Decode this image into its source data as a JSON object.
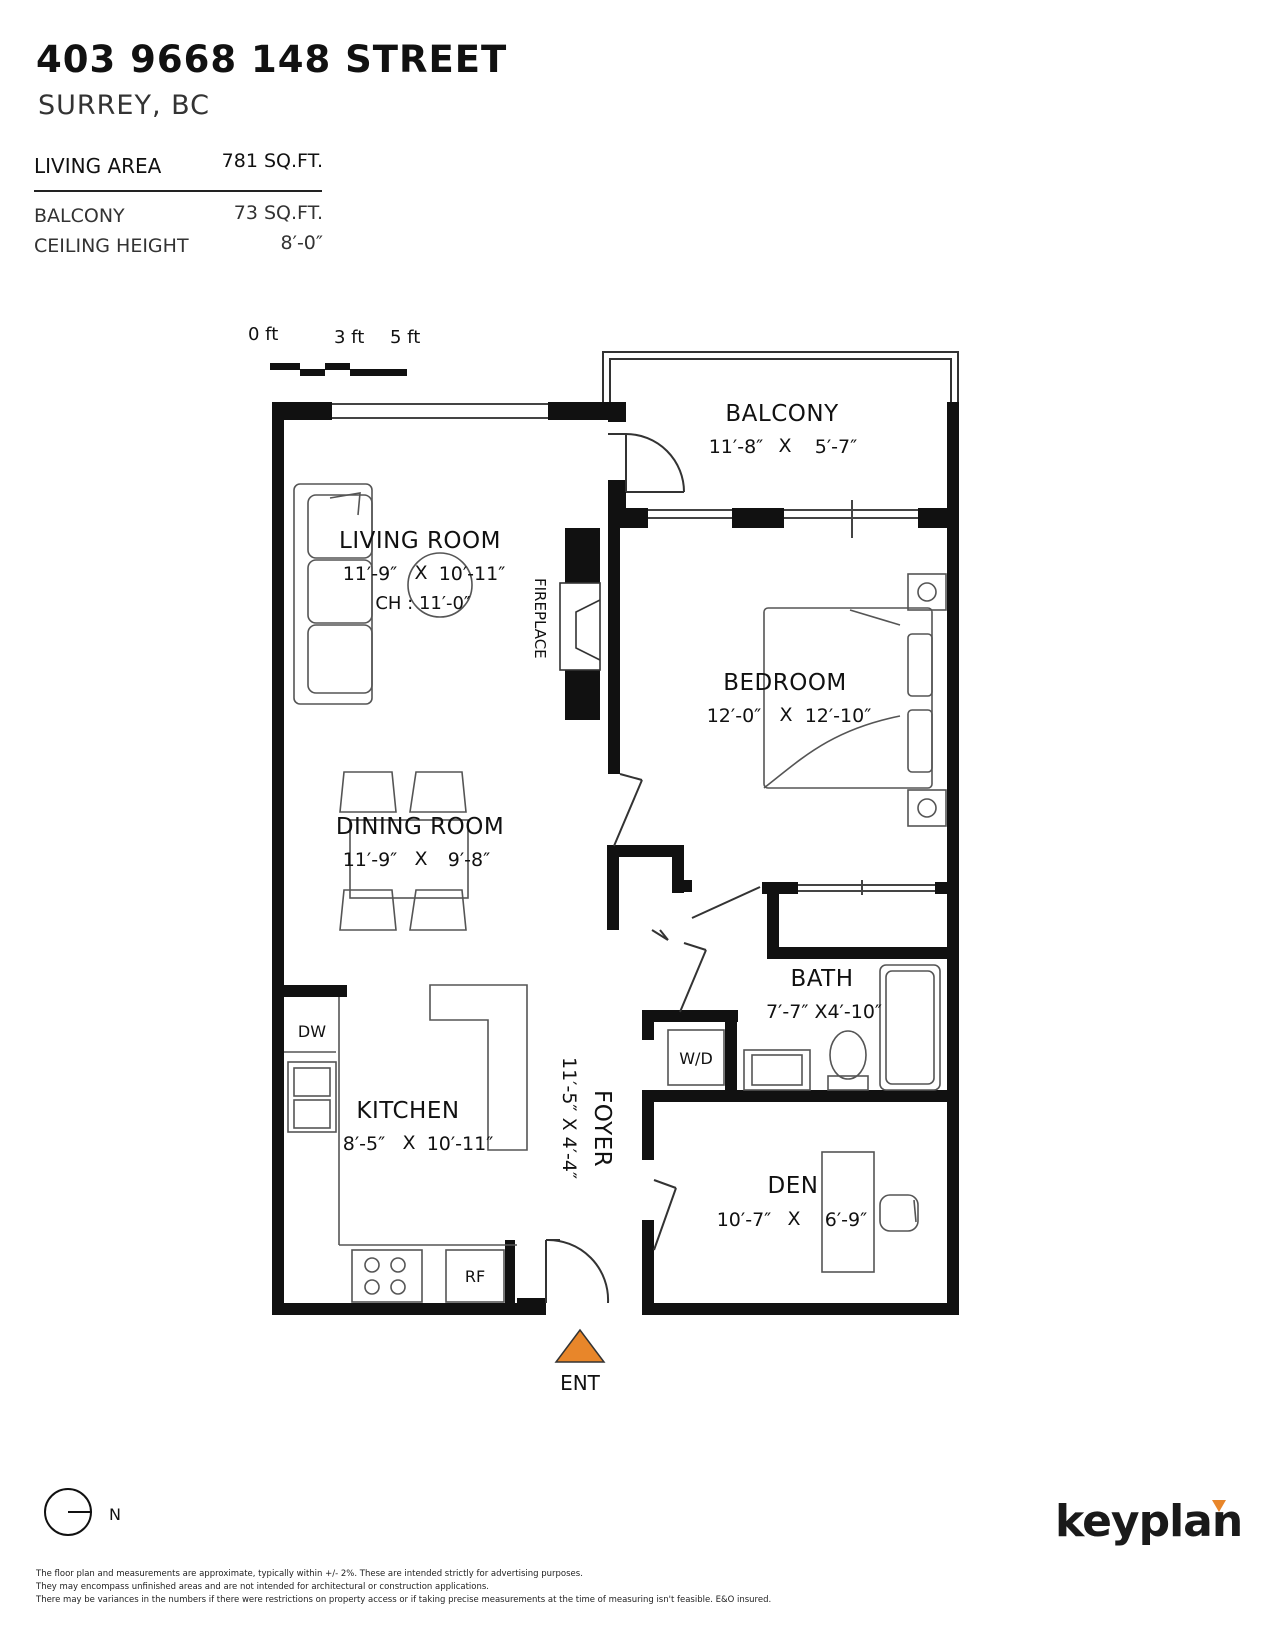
{
  "header": {
    "address": "403 9668 148 STREET",
    "city": "SURREY, BC"
  },
  "info": {
    "living_area_label": "LIVING AREA",
    "living_area_value": "781 SQ.FT.",
    "balcony_label": "BALCONY",
    "balcony_value": "73 SQ.FT.",
    "ceiling_label": "CEILING HEIGHT",
    "ceiling_value": "8′-0″"
  },
  "scale": {
    "t0": "0 ft",
    "t3": "3 ft",
    "t5": "5 ft"
  },
  "rooms": {
    "balcony": {
      "name": "BALCONY",
      "w": "11′-8″",
      "x": "X",
      "h": "5′-7″"
    },
    "living": {
      "name": "LIVING ROOM",
      "w": "11′-9″",
      "x": "X",
      "h": "10′-11″",
      "ch": "CH : 11′-0″"
    },
    "fireplace": "FIREPLACE",
    "bedroom": {
      "name": "BEDROOM",
      "w": "12′-0″",
      "x": "X",
      "h": "12′-10″"
    },
    "dining": {
      "name": "DINING ROOM",
      "w": "11′-9″",
      "x": "X",
      "h": "9′-8″"
    },
    "bath": {
      "name": "BATH",
      "dims": "7′-7″ X4′-10″"
    },
    "kitchen": {
      "name": "KITCHEN",
      "w": "8′-5″",
      "x": "X",
      "h": "10′-11″"
    },
    "foyer": {
      "name": "FOYER",
      "dims": "11′-5″ X 4′-4″"
    },
    "den": {
      "name": "DEN",
      "w": "10′-7″",
      "x": "X",
      "h": "6′-9″"
    },
    "dw": "DW",
    "wd": "W/D",
    "rf": "RF"
  },
  "entrance": "ENT",
  "compass": "N",
  "disclaimer": [
    "The floor plan and measurements are approximate, typically within +/- 2%. These are intended strictly for advertising purposes.",
    "They may encompass unfinished areas and are not intended for architectural or construction applications.",
    "There may be variances in the numbers if there were restrictions on property access or if taking precise measurements at the time of measuring isn't feasible. E&O insured."
  ],
  "brand": {
    "name": "keyplan",
    "accent": "#e8862a"
  }
}
